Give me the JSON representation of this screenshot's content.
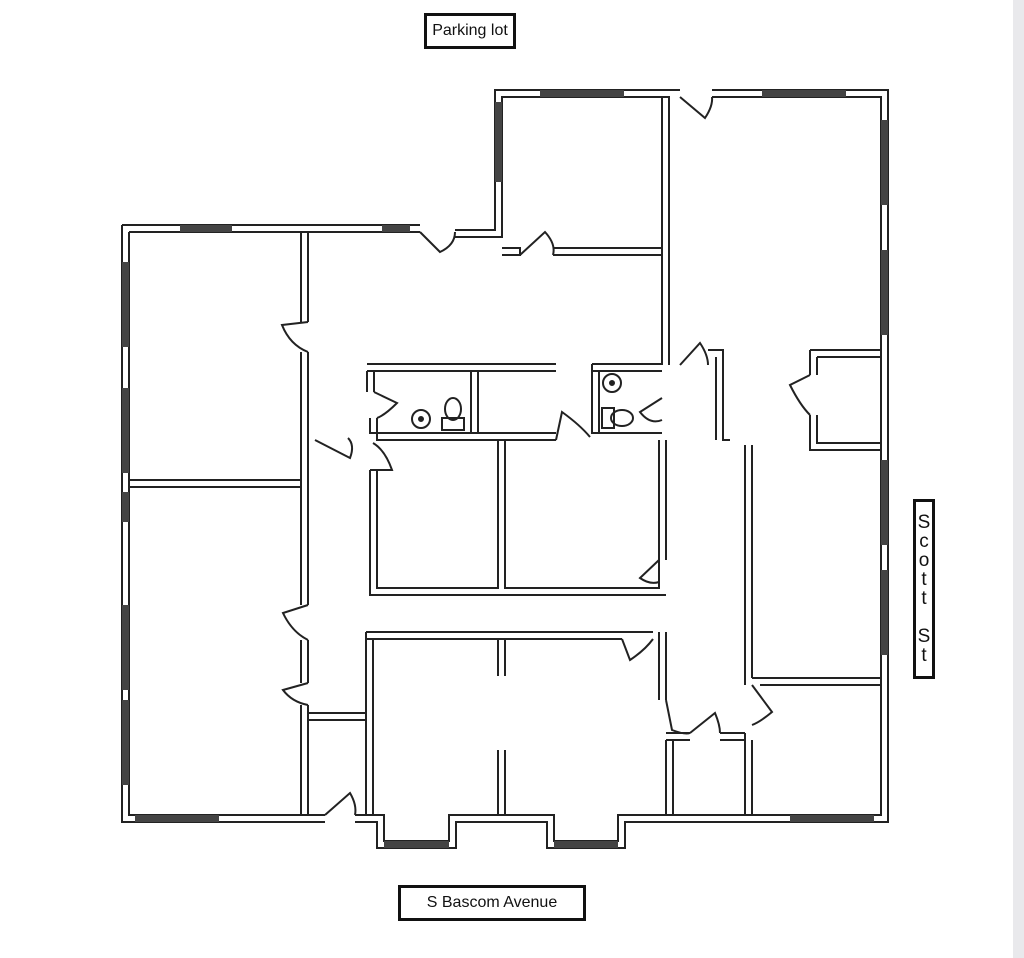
{
  "labels": {
    "parking_lot": "Parking lot",
    "street_bottom": "S Bascom Avenue",
    "street_right": "Scott St"
  },
  "colors": {
    "line": "#222222",
    "window": "#444444",
    "background": "#ffffff"
  },
  "icons": [
    "sink-icon",
    "toilet-icon"
  ]
}
